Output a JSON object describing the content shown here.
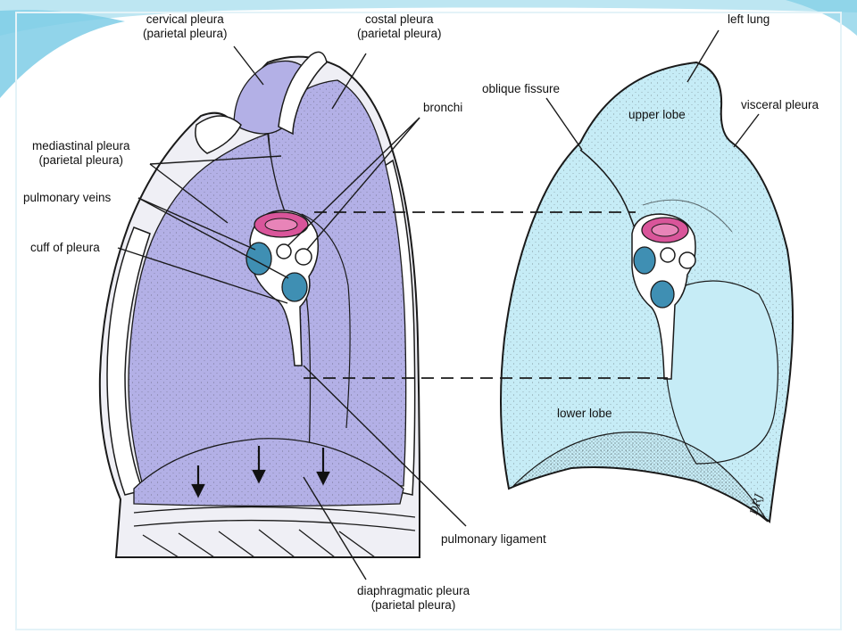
{
  "colors": {
    "slide_background": "#ffffff",
    "corner_swoosh": "#7ecde6",
    "parietal_pleura_fill": "#b3b0e6",
    "lung_fill": "#c6ecf6",
    "pulmonary_artery": "#d9559a",
    "pulmonary_veins": "#3f8fb3",
    "outline": "#1a1a1a"
  },
  "labels": {
    "cervical_pleura": {
      "line1": "cervical pleura",
      "line2": "(parietal pleura)"
    },
    "costal_pleura": {
      "line1": "costal pleura",
      "line2": "(parietal pleura)"
    },
    "left_lung": "left lung",
    "oblique_fissure": "oblique fissure",
    "bronchi": "bronchi",
    "upper_lobe": "upper lobe",
    "visceral_pleura": "visceral pleura",
    "mediastinal_pleura": {
      "line1": "mediastinal pleura",
      "line2": "(parietal pleura)"
    },
    "pulmonary_veins": "pulmonary veins",
    "cuff_of_pleura": "cuff of pleura",
    "lower_lobe": "lower lobe",
    "pulmonary_ligament": "pulmonary ligament",
    "diaphragmatic_pleura": {
      "line1": "diaphragmatic pleura",
      "line2": "(parietal pleura)"
    },
    "signature": "DRJ"
  }
}
